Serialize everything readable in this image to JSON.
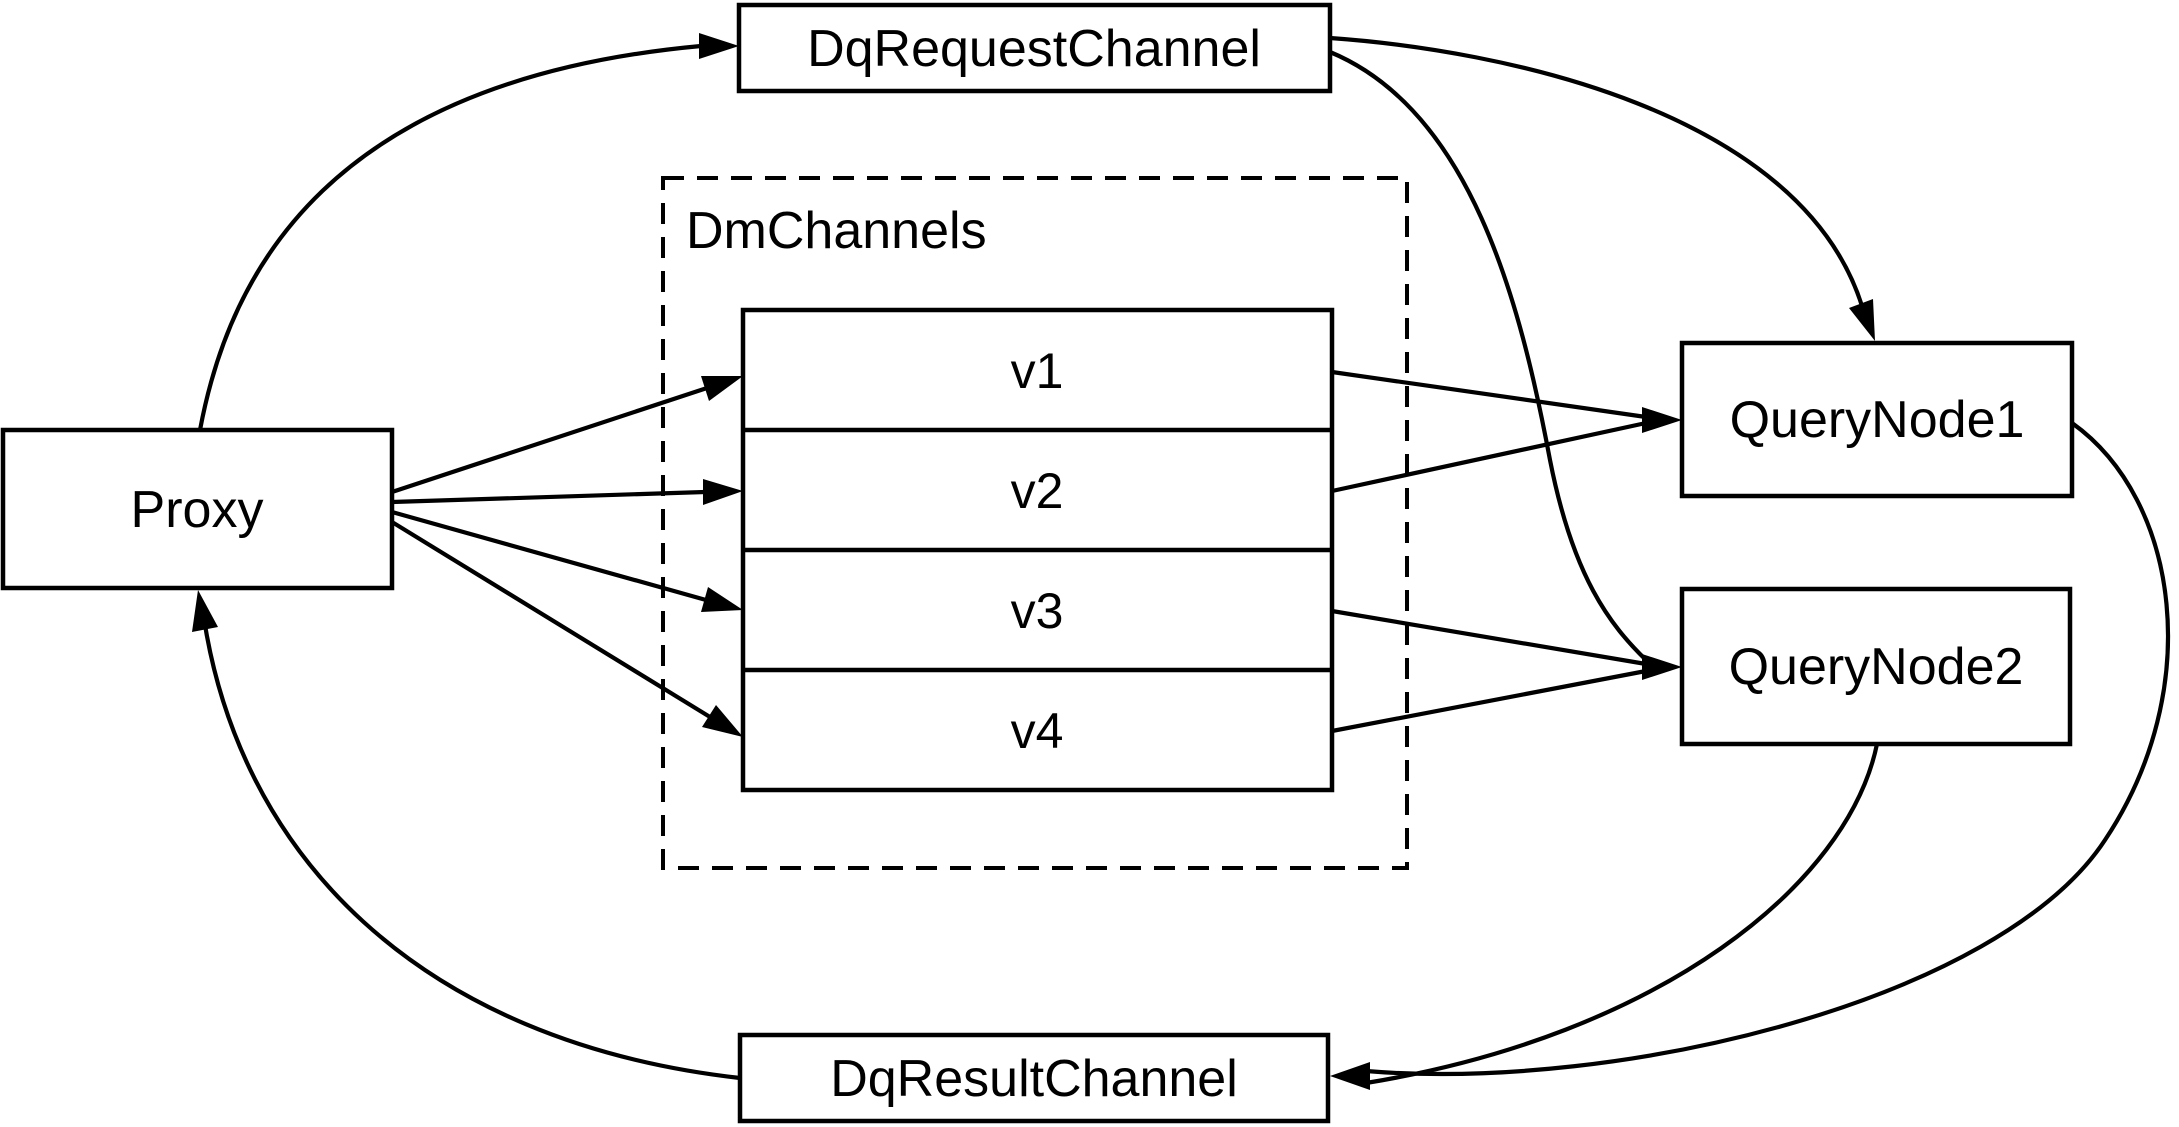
{
  "diagram": {
    "colors": {
      "background": "#ffffff",
      "line": "#000000",
      "text": "#000000",
      "node_fill": "#ffffff"
    },
    "nodes": {
      "proxy": {
        "label": "Proxy"
      },
      "dq_request_channel": {
        "label": "DqRequestChannel"
      },
      "dm_channels": {
        "label": "DmChannels"
      },
      "channels": [
        "v1",
        "v2",
        "v3",
        "v4"
      ],
      "query_node_1": {
        "label": "QueryNode1"
      },
      "query_node_2": {
        "label": "QueryNode2"
      },
      "dq_result_channel": {
        "label": "DqResultChannel"
      }
    },
    "edges": [
      {
        "from": "Proxy",
        "to": "DqRequestChannel",
        "style": "curved"
      },
      {
        "from": "DqRequestChannel",
        "to": "QueryNode1",
        "style": "curved"
      },
      {
        "from": "DqRequestChannel",
        "to": "QueryNode2",
        "style": "curved"
      },
      {
        "from": "Proxy",
        "to": "v1",
        "style": "straight"
      },
      {
        "from": "Proxy",
        "to": "v2",
        "style": "straight"
      },
      {
        "from": "Proxy",
        "to": "v3",
        "style": "straight"
      },
      {
        "from": "Proxy",
        "to": "v4",
        "style": "straight"
      },
      {
        "from": "v1",
        "to": "QueryNode1",
        "style": "straight"
      },
      {
        "from": "v2",
        "to": "QueryNode1",
        "style": "straight"
      },
      {
        "from": "v3",
        "to": "QueryNode2",
        "style": "straight"
      },
      {
        "from": "v4",
        "to": "QueryNode2",
        "style": "straight"
      },
      {
        "from": "QueryNode1",
        "to": "DqResultChannel",
        "style": "curved"
      },
      {
        "from": "QueryNode2",
        "to": "DqResultChannel",
        "style": "curved"
      },
      {
        "from": "DqResultChannel",
        "to": "Proxy",
        "style": "curved"
      }
    ]
  }
}
